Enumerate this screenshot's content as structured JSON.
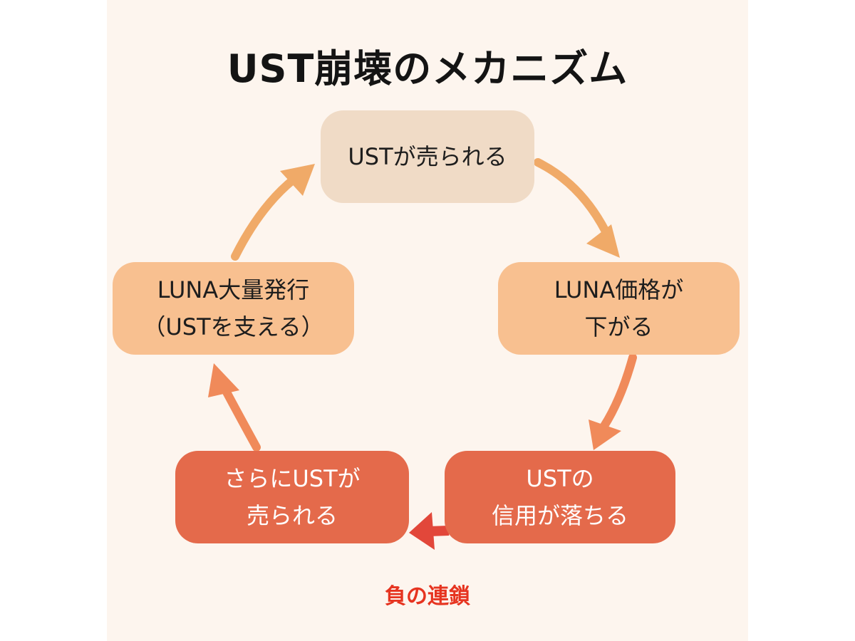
{
  "title": "UST崩壊のメカニズム",
  "nodes": {
    "ust_sold": "USTが売られる",
    "luna_price_down": "LUNA価格が\n下がる",
    "ust_trust_falls": "USTの\n信用が落ちる",
    "ust_sold_more": "さらにUSTが\n売られる",
    "luna_mass_issue": "LUNA大量発行\n（USTを支える）"
  },
  "caption": "負の連鎖",
  "colors": {
    "background": "#fdf5ee",
    "node_light": "#f0dbc6",
    "node_mid": "#f8c090",
    "node_dark": "#e46a4b",
    "arrow_light": "#f0aa68",
    "arrow_mid": "#f08a5a",
    "arrow_dark": "#e2473a",
    "caption": "#e63420"
  }
}
